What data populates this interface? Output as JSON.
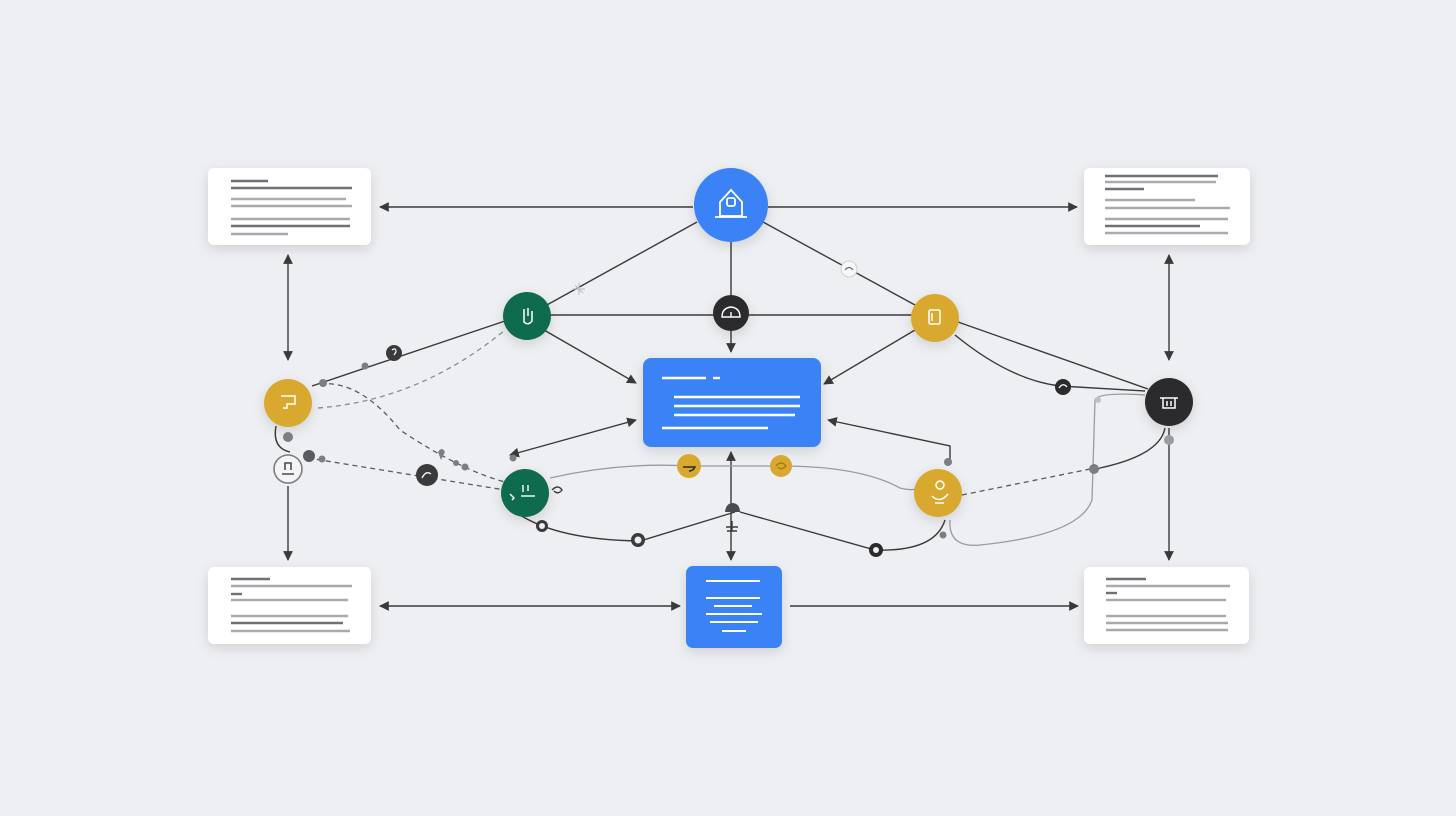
{
  "colors": {
    "background": "#eeeff2",
    "card": "#ffffff",
    "card_line_dark": "#6f7074",
    "card_line_light": "#a9aaae",
    "blue": "#3b82f6",
    "blue_line": "#ffffff",
    "green": "#0f6b4e",
    "yellow": "#d9a82e",
    "dark": "#2b2b2d",
    "edge": "#3a3a3c",
    "edge_light": "#9a9b9f",
    "marker_grey": "#7d7e82"
  },
  "nodes": [
    {
      "id": "doc-top-left",
      "kind": "document-card",
      "fill": "#ffffff",
      "icon": "document-lines"
    },
    {
      "id": "doc-top-right",
      "kind": "document-card",
      "fill": "#ffffff",
      "icon": "document-lines"
    },
    {
      "id": "doc-bottom-left",
      "kind": "document-card",
      "fill": "#ffffff",
      "icon": "document-lines"
    },
    {
      "id": "doc-bottom-right",
      "kind": "document-card",
      "fill": "#ffffff",
      "icon": "document-lines"
    },
    {
      "id": "hub-top",
      "kind": "circle",
      "fill": "#3b82f6",
      "icon": "house-icon"
    },
    {
      "id": "center-panel",
      "kind": "panel",
      "fill": "#3b82f6",
      "icon": "document-lines"
    },
    {
      "id": "bottom-panel",
      "kind": "panel",
      "fill": "#3b82f6",
      "icon": "document-lines"
    },
    {
      "id": "green-upper",
      "kind": "circle",
      "fill": "#0f6b4e",
      "icon": "hand-icon"
    },
    {
      "id": "green-lower",
      "kind": "circle",
      "fill": "#0f6b4e",
      "icon": "chat-icon"
    },
    {
      "id": "yellow-left",
      "kind": "circle",
      "fill": "#d9a82e",
      "icon": "folder-icon"
    },
    {
      "id": "yellow-upper-right",
      "kind": "circle",
      "fill": "#d9a82e",
      "icon": "file-icon"
    },
    {
      "id": "yellow-lower-right",
      "kind": "circle",
      "fill": "#d9a82e",
      "icon": "person-icon"
    },
    {
      "id": "dark-right",
      "kind": "circle",
      "fill": "#2b2b2d",
      "icon": "trash-icon"
    },
    {
      "id": "dark-top-mid",
      "kind": "circle",
      "fill": "#2b2b2d",
      "icon": "cloud-icon"
    }
  ],
  "edges": [
    {
      "from": "hub-top",
      "to": "doc-top-left",
      "style": "arrow"
    },
    {
      "from": "hub-top",
      "to": "doc-top-right",
      "style": "arrow"
    },
    {
      "from": "bottom-panel",
      "to": "doc-bottom-left",
      "style": "arrow"
    },
    {
      "from": "bottom-panel",
      "to": "doc-bottom-right",
      "style": "arrow"
    },
    {
      "from": "doc-top-left",
      "to": "doc-bottom-left",
      "style": "double-arrow"
    },
    {
      "from": "doc-top-right",
      "to": "doc-bottom-right",
      "style": "double-arrow"
    },
    {
      "from": "hub-top",
      "to": "center-panel",
      "style": "arrow"
    },
    {
      "from": "green-upper",
      "to": "center-panel",
      "style": "arrow"
    },
    {
      "from": "yellow-upper-right",
      "to": "center-panel",
      "style": "arrow"
    },
    {
      "from": "center-panel",
      "to": "bottom-panel",
      "style": "double-arrow"
    },
    {
      "from": "green-lower",
      "to": "center-panel",
      "style": "double-arrow"
    },
    {
      "from": "dark-right",
      "to": "center-panel",
      "style": "arrow"
    },
    {
      "from": "yellow-left",
      "to": "green-lower",
      "style": "dashed"
    },
    {
      "from": "yellow-lower-right",
      "to": "dark-right",
      "style": "dashed"
    }
  ]
}
